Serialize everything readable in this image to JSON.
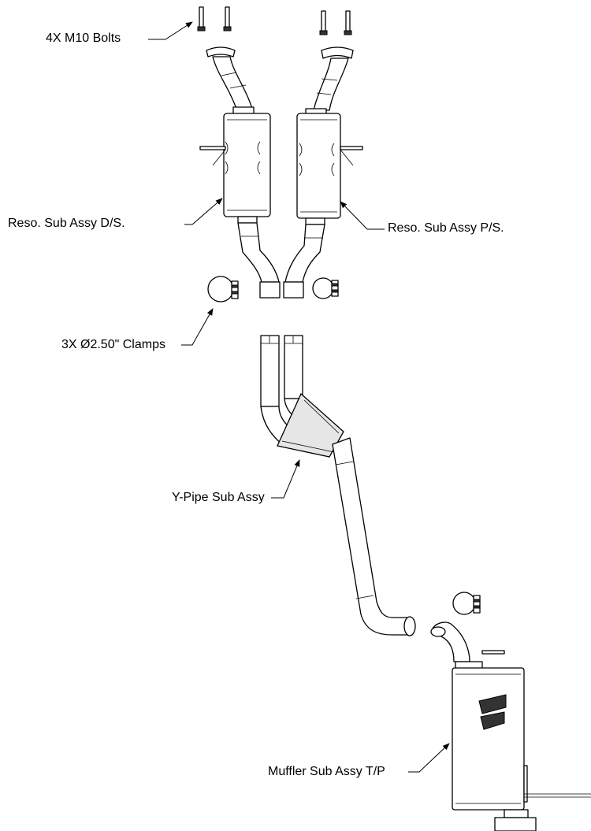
{
  "labels": {
    "bolts": "4X M10 Bolts",
    "reso_ds": "Reso. Sub Assy D/S.",
    "reso_ps": "Reso. Sub Assy P/S.",
    "clamps": "3X Ø2.50\" Clamps",
    "ypipe": "Y-Pipe Sub Assy",
    "muffler": "Muffler Sub Assy T/P"
  }
}
